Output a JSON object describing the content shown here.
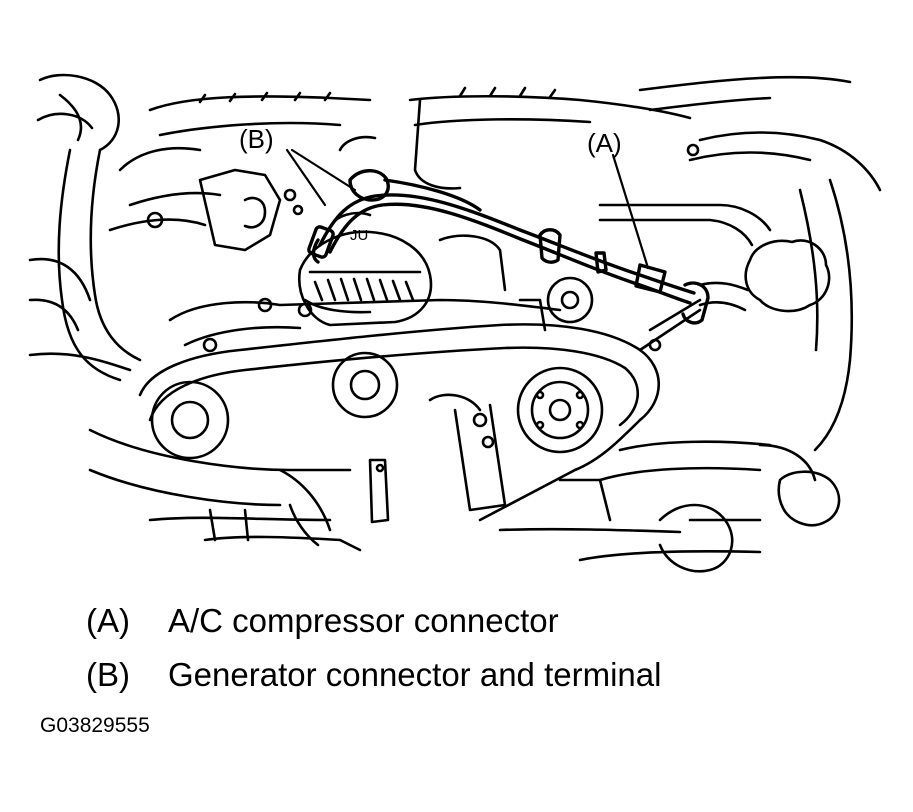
{
  "diagram": {
    "callout_a": "(A)",
    "callout_b": "(B)",
    "engraving": "JU"
  },
  "legend": [
    {
      "key": "(A)",
      "text": "A/C compressor connector"
    },
    {
      "key": "(B)",
      "text": "Generator connector and terminal"
    }
  ],
  "figure_code": "G03829555"
}
